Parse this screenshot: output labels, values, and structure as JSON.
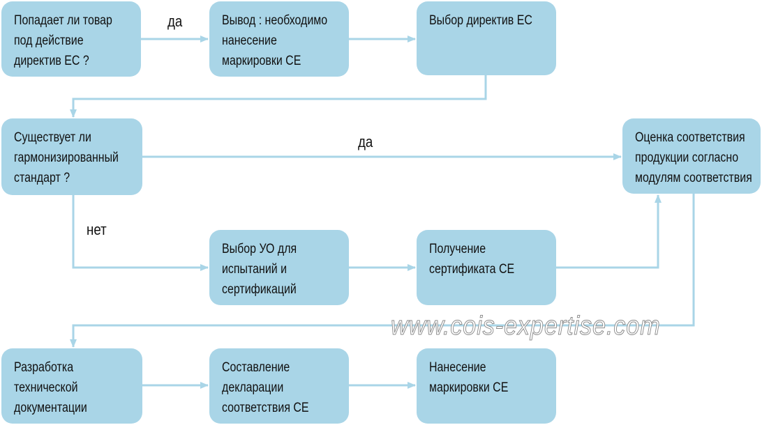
{
  "colors": {
    "box": "#a9d5e7",
    "connector": "#a9d5e7",
    "text": "#111111"
  },
  "boxes": {
    "b1": [
      "Попадает ли товар",
      "под действие",
      "директив ЕС ?"
    ],
    "b2": [
      "Вывод : необходимо",
      "нанесение",
      "маркировки СЕ"
    ],
    "b3": [
      "Выбор директив ЕС"
    ],
    "b4": [
      "Существует ли",
      "гармонизированный",
      "стандарт ?"
    ],
    "b5": [
      "Оценка соответствия",
      "продукции согласно",
      "модулям соответствия"
    ],
    "b6": [
      "Выбор УО для",
      "испытаний и",
      "сертификаций"
    ],
    "b7": [
      "Получение",
      "сертификата СЕ"
    ],
    "b8": [
      "Разработка",
      "технической",
      "документации"
    ],
    "b9": [
      "Составление",
      "декларации",
      "соответствия СЕ"
    ],
    "b10": [
      "Нанесение",
      "маркировки СЕ"
    ]
  },
  "labels": {
    "yes1": "да",
    "yes2": "да",
    "no": "нет"
  },
  "watermark": "www.cois-expertise.com"
}
